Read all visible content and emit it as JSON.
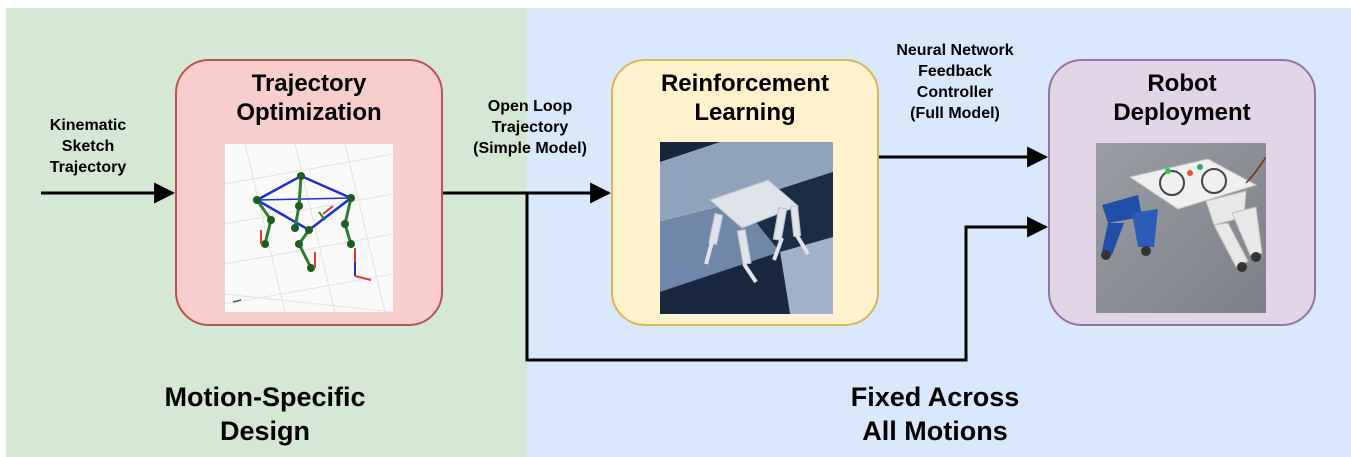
{
  "labels": {
    "input": "Kinematic\nSketch\nTrajectory",
    "open_loop": "Open Loop\nTrajectory\n(Simple Model)",
    "nn_controller": "Neural Network\nFeedback\nController\n(Full Model)",
    "motion_specific": "Motion-Specific\nDesign",
    "fixed_across": "Fixed Across\nAll Motions"
  },
  "boxes": {
    "trajectory_optimization": "Trajectory\nOptimization",
    "reinforcement_learning": "Reinforcement\nLearning",
    "robot_deployment": "Robot\nDeployment"
  },
  "colors": {
    "motion_specific_region": "#d5e8d4",
    "fixed_region": "#dae8fc",
    "trajectory_optimization_fill": "#f8cecc",
    "reinforcement_learning_fill": "#fff2cc",
    "robot_deployment_fill": "#e1d5e7"
  }
}
